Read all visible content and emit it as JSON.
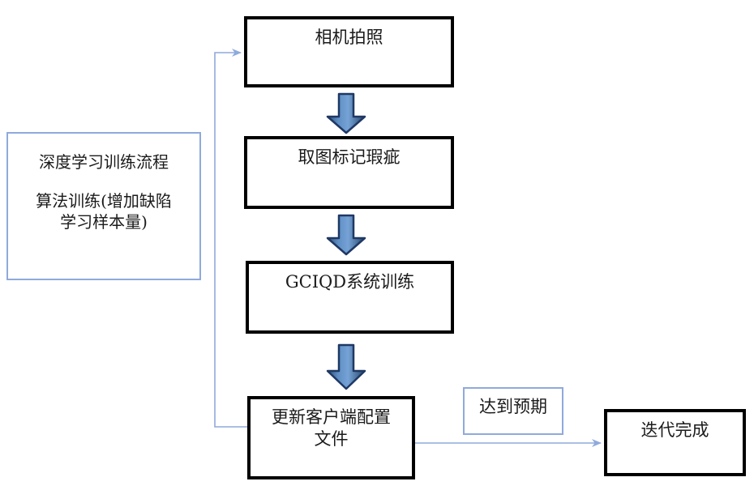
{
  "diagram": {
    "title_note": {
      "line1": "深度学习训练流程",
      "line2": "算法训练(增加缺陷\n学习样本量)"
    },
    "nodes": [
      {
        "id": "camera-capture",
        "label": "相机拍照"
      },
      {
        "id": "mark-defects",
        "label": "取图标记瑕疵"
      },
      {
        "id": "gciqd-training",
        "label": "GCIQD系统训练"
      },
      {
        "id": "update-client-config",
        "label": "更新客户端配置\n文件"
      },
      {
        "id": "meets-expectation",
        "label": "达到预期"
      },
      {
        "id": "iteration-done",
        "label": "迭代完成"
      }
    ],
    "colors": {
      "box_border_thick": "#000000",
      "box_border_thin": "#8FAADC",
      "arrow_fill_light": "#6C9BD2",
      "arrow_fill_dark": "#2E5077",
      "arrow_outline": "#1F3864",
      "connector_line": "#8FAADC",
      "text": "#1a1a1a"
    },
    "connectors": [
      {
        "id": "capture-to-mark",
        "from": "camera-capture",
        "to": "mark-defects",
        "style": "block-arrow-down"
      },
      {
        "id": "mark-to-training",
        "from": "mark-defects",
        "to": "gciqd-training",
        "style": "block-arrow-down"
      },
      {
        "id": "training-to-update",
        "from": "gciqd-training",
        "to": "update-client-config",
        "style": "block-arrow-down"
      },
      {
        "id": "update-to-done",
        "from": "update-client-config",
        "to": "iteration-done",
        "style": "thin-line-arrow"
      },
      {
        "id": "feedback-loop",
        "from": "update-client-config",
        "to": "camera-capture",
        "style": "thin-elbow-arrow"
      }
    ]
  }
}
